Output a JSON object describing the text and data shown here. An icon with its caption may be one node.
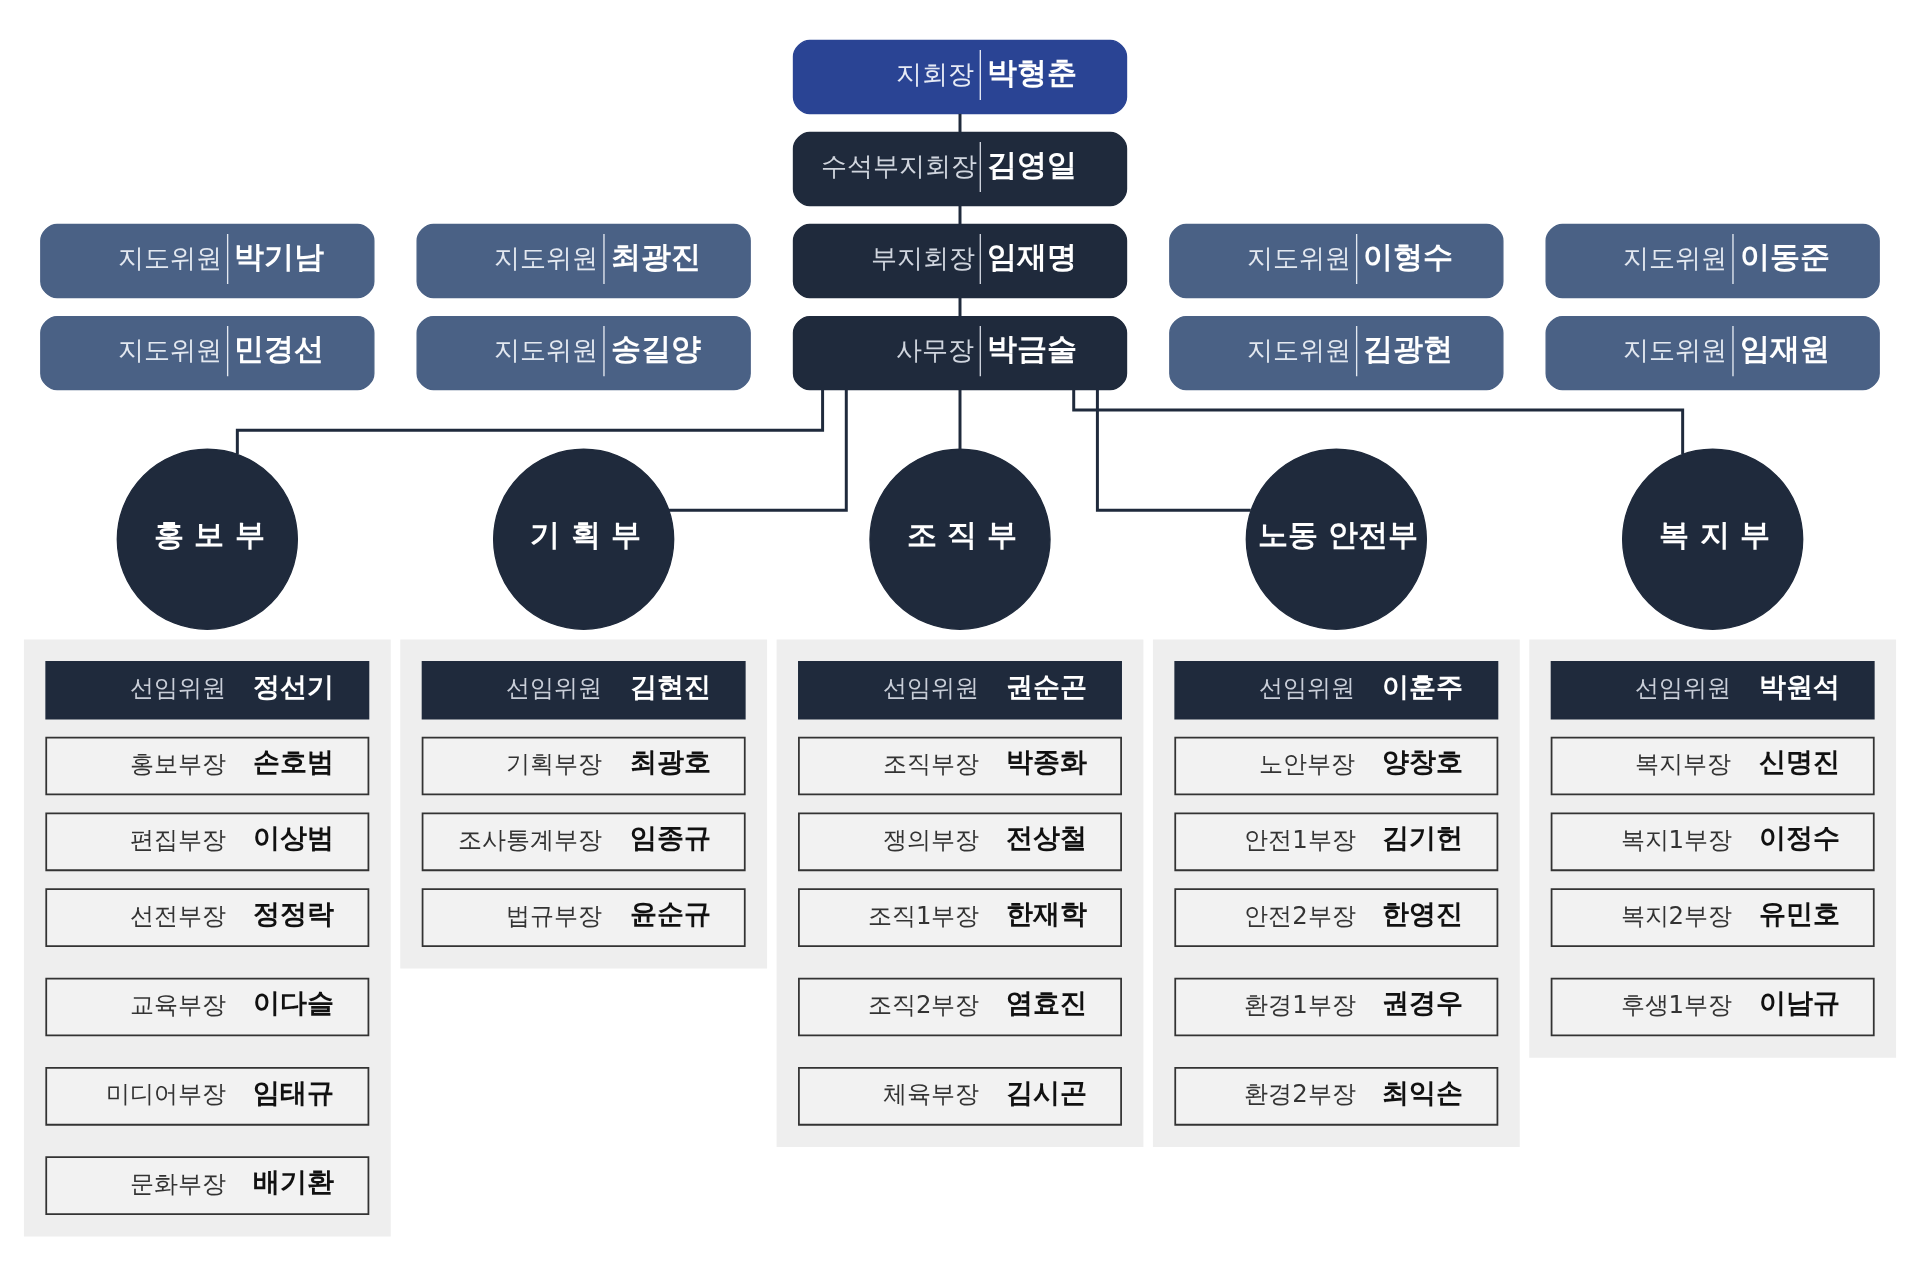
{
  "diagram": {
    "nodes": [
      {
        "text": [
          "지회장",
          "박형춘"
        ]
      },
      {
        "text": [
          "수석부지회장",
          "김영일"
        ]
      },
      {
        "text": [
          "지도위원",
          "박기남"
        ]
      },
      {
        "text": [
          "지도위원",
          "최광진"
        ]
      },
      {
        "text": [
          "부지회장",
          "임재명"
        ]
      },
      {
        "text": [
          "지도위원",
          "이형수"
        ]
      },
      {
        "text": [
          "지도위원",
          "이동준"
        ]
      },
      {
        "text": [
          "지도위원",
          "민경선"
        ]
      },
      {
        "text": [
          "지도위원",
          "송길양"
        ]
      },
      {
        "text": [
          "사무장",
          "박금술"
        ]
      },
      {
        "text": [
          "지도위원",
          "김광현"
        ]
      },
      {
        "text": [
          "지도위원",
          "임재원"
        ]
      },
      {
        "text": [
          "홍 보 부"
        ]
      },
      {
        "text": [],
        "shape": "box"
      },
      {
        "text": [
          "선임위원",
          "정선기"
        ],
        "in": 13
      },
      {
        "text": [
          "홍보부장",
          "손호범"
        ],
        "in": 13
      },
      {
        "text": [
          "편집부장",
          "이상범"
        ],
        "in": 13
      },
      {
        "text": [
          "선전부장",
          "정정락"
        ],
        "in": 13
      },
      {
        "text": [
          "교육부장",
          "이다슬"
        ],
        "in": 13
      },
      {
        "text": [
          "미디어부장",
          "임태규"
        ],
        "in": 13
      },
      {
        "text": [
          "문화부장",
          "배기환"
        ],
        "in": 13
      },
      {
        "text": [
          "기 획 부"
        ]
      },
      {
        "text": [],
        "shape": "box"
      },
      {
        "text": [
          "선임위원",
          "김현진"
        ],
        "in": 22
      },
      {
        "text": [
          "기획부장",
          "최광호"
        ],
        "in": 22
      },
      {
        "text": [
          "조사통계부장",
          "임종규"
        ],
        "in": 22
      },
      {
        "text": [
          "법규부장",
          "윤순규"
        ],
        "in": 22
      },
      {
        "text": [
          "조 직 부"
        ]
      },
      {
        "text": [],
        "shape": "box"
      },
      {
        "text": [
          "선임위원",
          "권순곤"
        ],
        "in": 28
      },
      {
        "text": [
          "조직부장",
          "박종화"
        ],
        "in": 28
      },
      {
        "text": [
          "쟁의부장",
          "전상철"
        ],
        "in": 28
      },
      {
        "text": [
          "조직1부장",
          "한재학"
        ],
        "in": 28
      },
      {
        "text": [
          "조직2부장",
          "염효진"
        ],
        "in": 28
      },
      {
        "text": [
          "체육부장",
          "김시곤"
        ],
        "in": 28
      },
      {
        "text": [
          "노동 안전부"
        ]
      },
      {
        "text": [],
        "shape": "box"
      },
      {
        "text": [
          "선임위원",
          "이훈주"
        ],
        "in": 36
      },
      {
        "text": [
          "노안부장",
          "양창호"
        ],
        "in": 36
      },
      {
        "text": [
          "안전1부장",
          "김기헌"
        ],
        "in": 36
      },
      {
        "text": [
          "안전2부장",
          "한영진"
        ],
        "in": 36
      },
      {
        "text": [
          "환경1부장",
          "권경우"
        ],
        "in": 36
      },
      {
        "text": [
          "환경2부장",
          "최익손"
        ],
        "in": 36
      },
      {
        "text": [
          "복 지 부"
        ]
      },
      {
        "text": [],
        "shape": "box"
      },
      {
        "text": [
          "선임위원",
          "박원석"
        ],
        "in": 44
      },
      {
        "text": [
          "복지부장",
          "신명진"
        ],
        "in": 44
      },
      {
        "text": [
          "복지1부장",
          "이정수"
        ],
        "in": 44
      },
      {
        "text": [
          "복지2부장",
          "유민호"
        ],
        "in": 44
      },
      {
        "text": [
          "후생1부장",
          "이남규"
        ],
        "in": 44
      }
    ],
    "edges": [
      {
        "from": 0,
        "to": 1,
        "arrow": "none"
      },
      {
        "from": 1,
        "to": 4,
        "arrow": "none"
      },
      {
        "from": 4,
        "to": 9,
        "arrow": "none"
      },
      {
        "from": 9,
        "to": 12,
        "arrow": "none"
      },
      {
        "from": 9,
        "to": 21,
        "arrow": "none"
      },
      {
        "from": 9,
        "to": 27,
        "arrow": "none"
      },
      {
        "from": 9,
        "to": 35,
        "arrow": "none"
      },
      {
        "from": 9,
        "to": 43,
        "arrow": "none"
      }
    ]
  }
}
